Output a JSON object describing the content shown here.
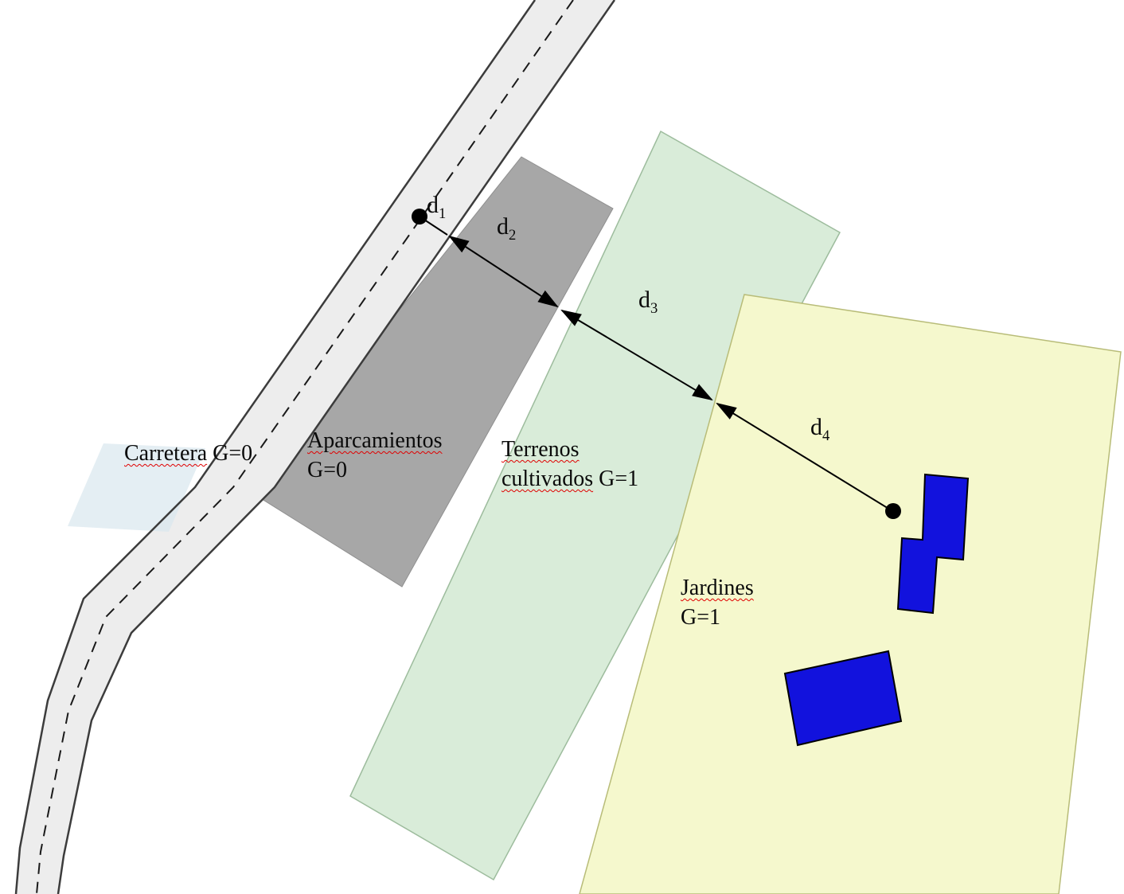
{
  "colors": {
    "road_fill": "#ededed",
    "road_border": "#3c3c3c",
    "road_patch": "#d9e7ee",
    "parking_fill": "#a7a7a7",
    "fields_fill": "#d9ecd9",
    "fields_border": "#9dbc9d",
    "gardens_fill": "#f5f8cd",
    "gardens_border": "#b8bc78",
    "building_fill": "#1212dd",
    "line_black": "#000000",
    "misspell_underline": "#e00000"
  },
  "regions": {
    "road": {
      "name": "Carretera",
      "g": "G=0"
    },
    "parking": {
      "name": "Aparcamientos",
      "g": "G=0"
    },
    "fields": {
      "name": "Terrenos",
      "name2": "cultivados",
      "g": "G=1"
    },
    "gardens": {
      "name": "Jardines",
      "g": "G=1"
    }
  },
  "distances": {
    "d1": {
      "symbol": "d",
      "sub": "1"
    },
    "d2": {
      "symbol": "d",
      "sub": "2"
    },
    "d3": {
      "symbol": "d",
      "sub": "3"
    },
    "d4": {
      "symbol": "d",
      "sub": "4"
    }
  }
}
